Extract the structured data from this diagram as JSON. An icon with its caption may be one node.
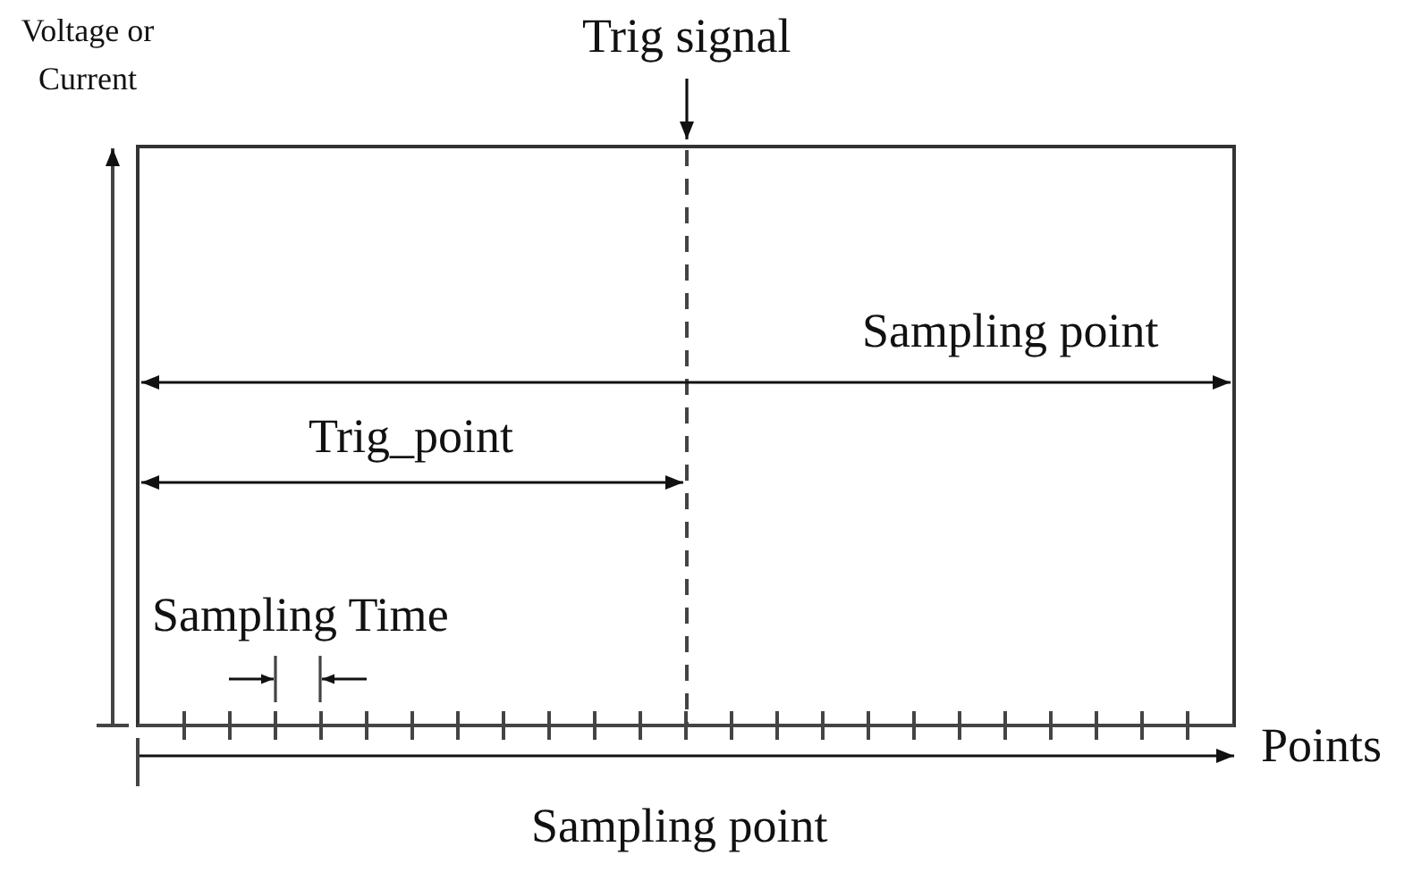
{
  "diagram": {
    "labels": [
      "Voltage or Current",
      "Trig signal",
      "Sampling point",
      "Trig_point",
      "Sampling Time",
      "Points",
      "Sampling point"
    ]
  }
}
